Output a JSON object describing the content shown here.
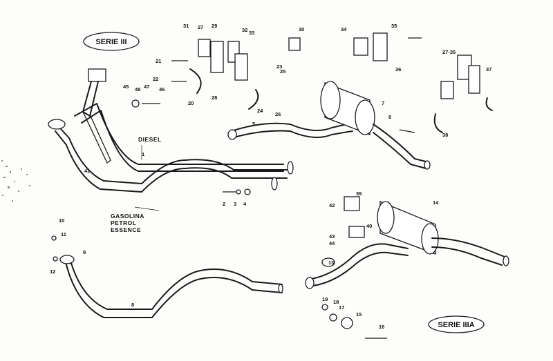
{
  "series": {
    "serie3": "SERIE III",
    "serie3a": "SERIE IIIA"
  },
  "labels": {
    "diesel": "DIESEL",
    "gasolina": "GASOLINA",
    "petrol": "PETROL",
    "essence": "ESSENCE"
  },
  "callouts": [
    "1",
    "2",
    "3",
    "4",
    "5",
    "6",
    "7",
    "8",
    "9",
    "10",
    "11",
    "12",
    "13",
    "14",
    "15",
    "16",
    "17",
    "18",
    "19",
    "20",
    "21",
    "22",
    "23",
    "24",
    "25",
    "26",
    "27",
    "28",
    "29",
    "30",
    "31",
    "32",
    "33",
    "34",
    "35",
    "36",
    "37",
    "38",
    "39",
    "40",
    "41",
    "42",
    "43",
    "44",
    "45",
    "46",
    "47",
    "48",
    "27-35"
  ]
}
